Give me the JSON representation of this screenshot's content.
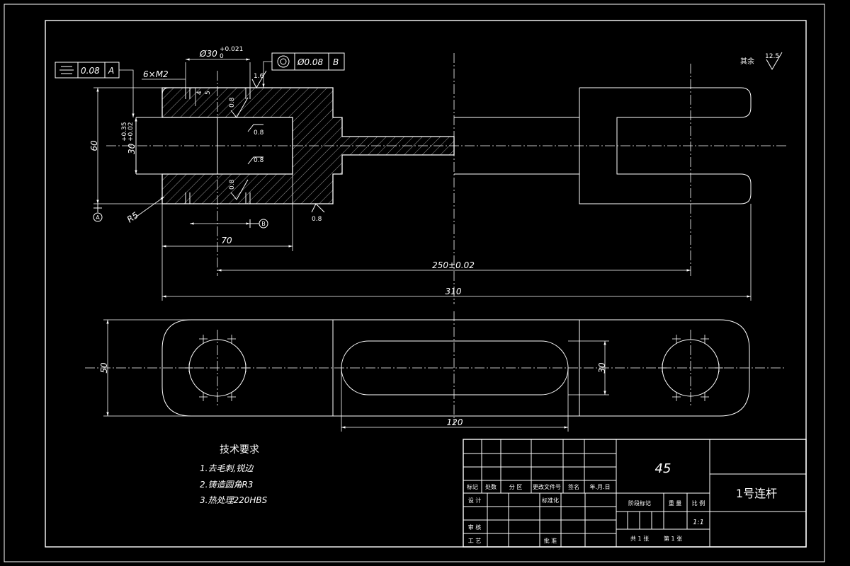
{
  "dimensions": {
    "overall_length": "310",
    "center_distance": "250±0.02",
    "bore_depth": "70",
    "height": "60",
    "bore_dia": "30",
    "bore_tol_upper": "+0.35",
    "bore_tol_lower": "+0.02",
    "hole_dia": "Ø30",
    "hole_tol_upper": "+0.021",
    "hole_tol_lower": "0",
    "thread": "6×M2",
    "thread_len_1": "4",
    "thread_len_2": "5",
    "radius": "R5",
    "width": "50",
    "slot_width": "30",
    "slot_length": "120"
  },
  "roughness": {
    "r16": "1.6",
    "r08": "0.8",
    "other_label": "其余",
    "other_value": "12.5"
  },
  "tolerance_frames": {
    "symmetry_value": "0.08",
    "symmetry_datum": "A",
    "concentric_value": "Ø0.08",
    "concentric_datum": "B"
  },
  "datums": {
    "a": "A",
    "b": "B"
  },
  "tech_requirements": {
    "title": "技术要求",
    "items": [
      "1.去毛刺,锐边",
      "2.铸造圆角R3",
      "3.热处理220HBS"
    ]
  },
  "title_block": {
    "material": "45",
    "part_name": "1号连杆",
    "scale": "1:1",
    "headers": [
      "标记",
      "处数",
      "分 区",
      "更改文件号",
      "签名",
      "年.月.日"
    ],
    "design": "设 计",
    "standardize": "标准化",
    "review": "审 核",
    "process": "工 艺",
    "approve": "批 准",
    "stage_mark": "阶段标记",
    "weight": "重 量",
    "scale_label": "比 例",
    "sheets_total": "共 1 张",
    "sheet_no": "第 1 张"
  }
}
